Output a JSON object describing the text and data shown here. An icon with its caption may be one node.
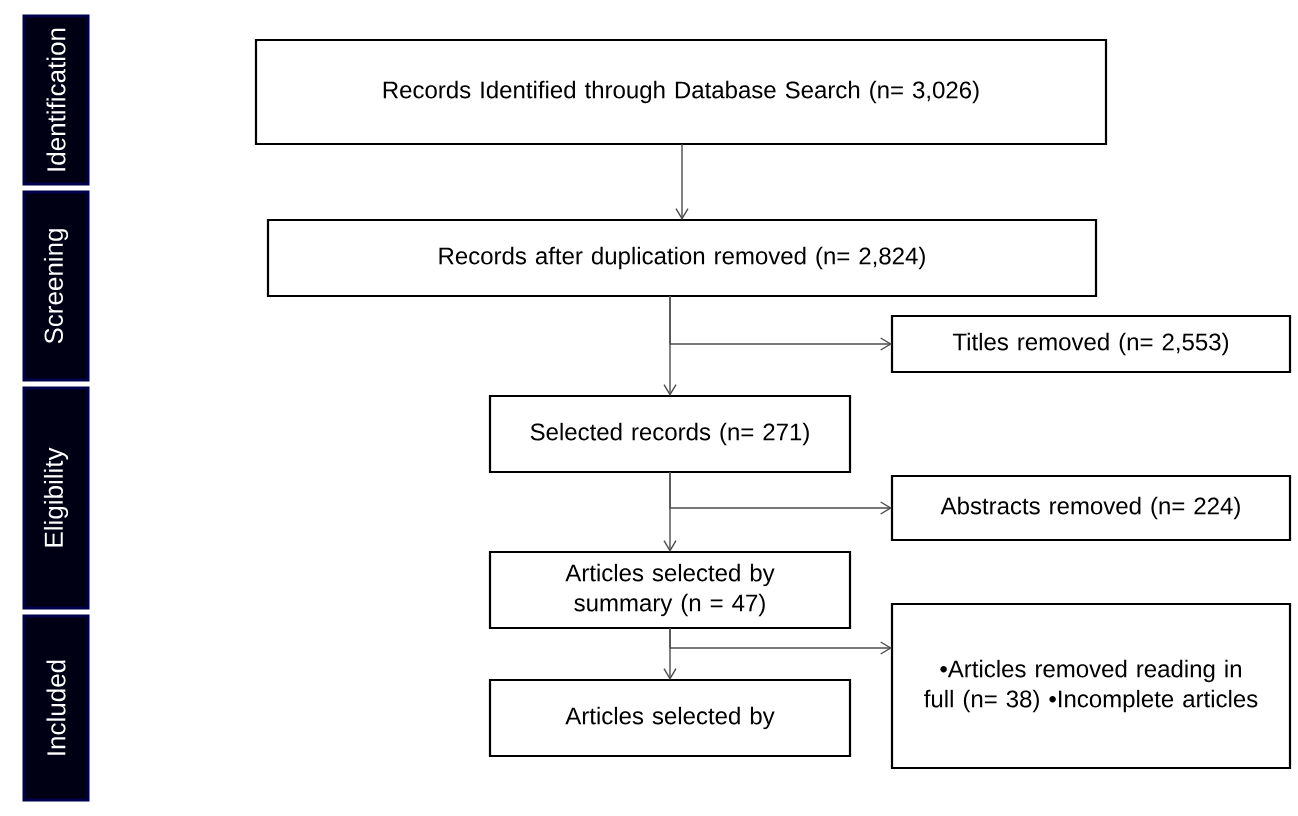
{
  "diagram": {
    "nodes": [
      {
        "text": [
          "Identification"
        ]
      },
      {
        "text": [
          "Screening"
        ]
      },
      {
        "text": [
          "Eligibility"
        ]
      },
      {
        "text": [
          "Included"
        ]
      },
      {
        "text": [
          "Records Identified through Database Search (n= 3,026)"
        ]
      },
      {
        "text": [
          "Records after duplication removed (n= 2,824)"
        ]
      },
      {
        "text": [
          "Titles removed (n= 2,553)"
        ]
      },
      {
        "text": [
          "Selected records (n= 271)"
        ]
      },
      {
        "text": [
          "Abstracts removed (n= 224)"
        ]
      },
      {
        "text": [
          "Articles selected by summary (n = 47)"
        ]
      },
      {
        "text": [
          "•Articles removed reading in full (n= 38) •Incomplete articles"
        ]
      },
      {
        "text": [
          "Articles selected by"
        ]
      }
    ],
    "edges": [
      {
        "from": 4,
        "to": 5,
        "arrow": "to"
      },
      {
        "from": 5,
        "to": 7,
        "arrow": "to"
      },
      {
        "from": 5,
        "to": 6,
        "arrow": "to"
      },
      {
        "from": 7,
        "to": 9,
        "arrow": "to"
      },
      {
        "from": 7,
        "to": 8,
        "arrow": "to"
      },
      {
        "from": 9,
        "to": 11,
        "arrow": "to"
      },
      {
        "from": 9,
        "to": 10,
        "arrow": "to"
      }
    ]
  }
}
